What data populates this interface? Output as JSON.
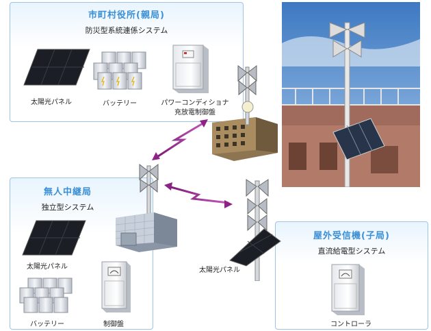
{
  "city_hall": {
    "title": "市町村役所(親局)",
    "subtitle": "防災型系統連係システム",
    "solar_label": "太陽光パネル",
    "battery_label": "バッテリー",
    "pcs_label_1": "パワーコンディショナ",
    "pcs_label_2": "充放電制御盤"
  },
  "relay_station": {
    "title": "無人中継局",
    "subtitle": "独立型システム",
    "solar_label": "太陽光パネル",
    "battery_label": "バッテリー",
    "controller_label": "制御盤"
  },
  "outdoor_station": {
    "title": "屋外受信機(子局)",
    "subtitle": "直流給電型システム",
    "controller_label": "コントローラ"
  },
  "pole_solar_label": "太陽光パネル",
  "colors": {
    "title_blue": "#3a8fd6",
    "panel_border": "#9cc4e8",
    "link_purple": "#9b1f8c"
  }
}
